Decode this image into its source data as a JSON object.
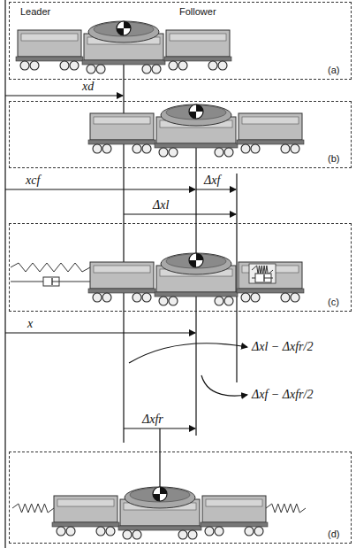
{
  "diagram": {
    "nodes": [
      {
        "text": [
          "Leader",
          "Follower",
          "(a)"
        ]
      },
      {
        "text": [
          "(b)"
        ]
      },
      {
        "text": [
          "(c)"
        ]
      },
      {
        "text": [
          "(d)"
        ]
      }
    ],
    "labels": [
      "xd",
      "xcf",
      "Δxf",
      "Δxl",
      "x",
      "Δxl − Δxfr/2",
      "Δxf − Δxfr/2",
      "Δxfr"
    ]
  }
}
